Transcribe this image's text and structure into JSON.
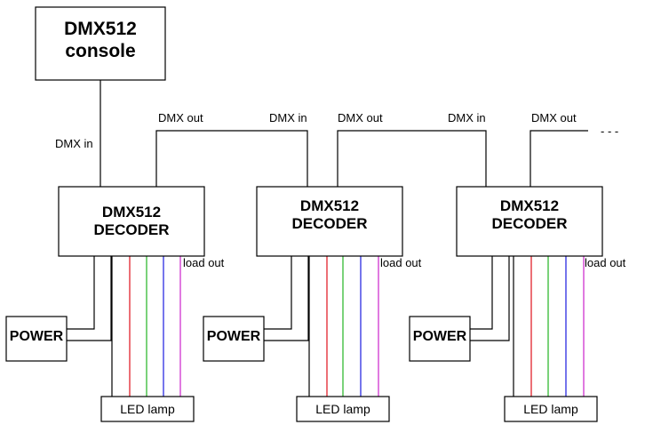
{
  "console": {
    "line1": "DMX512",
    "line2": "console"
  },
  "labels": {
    "dmx_in": "DMX in",
    "dmx_out": "DMX out",
    "load_out": "load out",
    "continuation": "- - -"
  },
  "decoders": [
    {
      "line1": "DMX512",
      "line2": "DECODER",
      "power": "POWER",
      "lamp": "LED lamp"
    },
    {
      "line1": "DMX512",
      "line2": "DECODER",
      "power": "POWER",
      "lamp": "LED lamp"
    },
    {
      "line1": "DMX512",
      "line2": "DECODER",
      "power": "POWER",
      "lamp": "LED lamp"
    }
  ],
  "wire_colors": {
    "black": "#000000",
    "red": "#e0101c",
    "green": "#22b522",
    "blue": "#1a1ae0",
    "magenta": "#cc22cc"
  }
}
